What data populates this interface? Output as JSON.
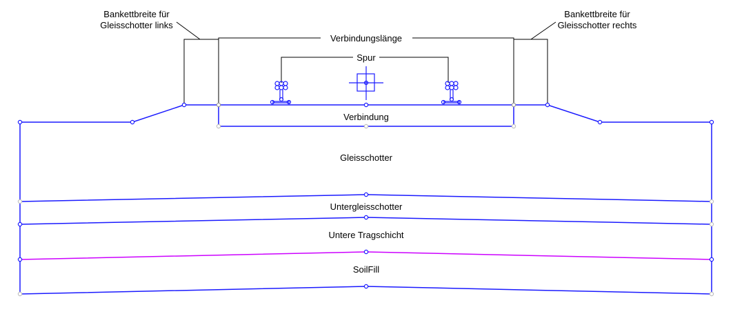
{
  "labels": {
    "bankett_left": [
      "Bankettbreite für",
      "Gleisschotter links"
    ],
    "bankett_right": [
      "Bankettbreite für",
      "Gleisschotter rechts"
    ],
    "verbindungslaenge": "Verbindungslänge",
    "spur": "Spur",
    "verbindung": "Verbindung",
    "gleisschotter": "Gleisschotter",
    "untergleisschotter": "Untergleisschotter",
    "untere_tragschicht": "Untere Tragschicht",
    "soilfill": "SoilFill"
  },
  "colors": {
    "link": "#1a1aff",
    "highlight_link": "#cc00ff",
    "dimension": "#000000",
    "inactive_node": "#c0c0c0"
  }
}
